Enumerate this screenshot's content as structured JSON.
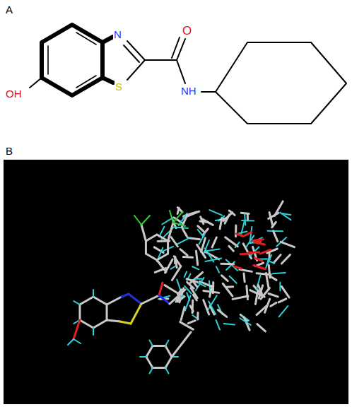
{
  "diagram": {
    "labels": [
      "A",
      "N",
      "O",
      "OH",
      "S",
      "NH",
      "B"
    ]
  }
}
